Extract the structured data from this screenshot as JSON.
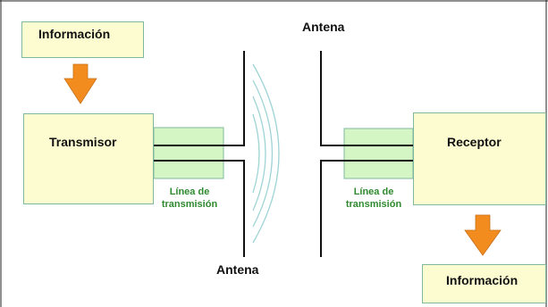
{
  "diagram": {
    "info_top": "Información",
    "info_bottom": "Información",
    "transmitter": "Transmisor",
    "receiver": "Receptor",
    "antenna_top": "Antena",
    "antenna_bottom": "Antena",
    "tline_left": [
      "Línea de",
      "transmisión"
    ],
    "tline_right": [
      "Línea de",
      "transmisión"
    ]
  },
  "colors": {
    "box_fill": "#fdfbd0",
    "box_border": "#7fb89c",
    "tline_fill": "#d4f5c4",
    "arrow": "#f28c1e",
    "wave": "#9fd3d6",
    "label_green": "#2f8a2f"
  }
}
